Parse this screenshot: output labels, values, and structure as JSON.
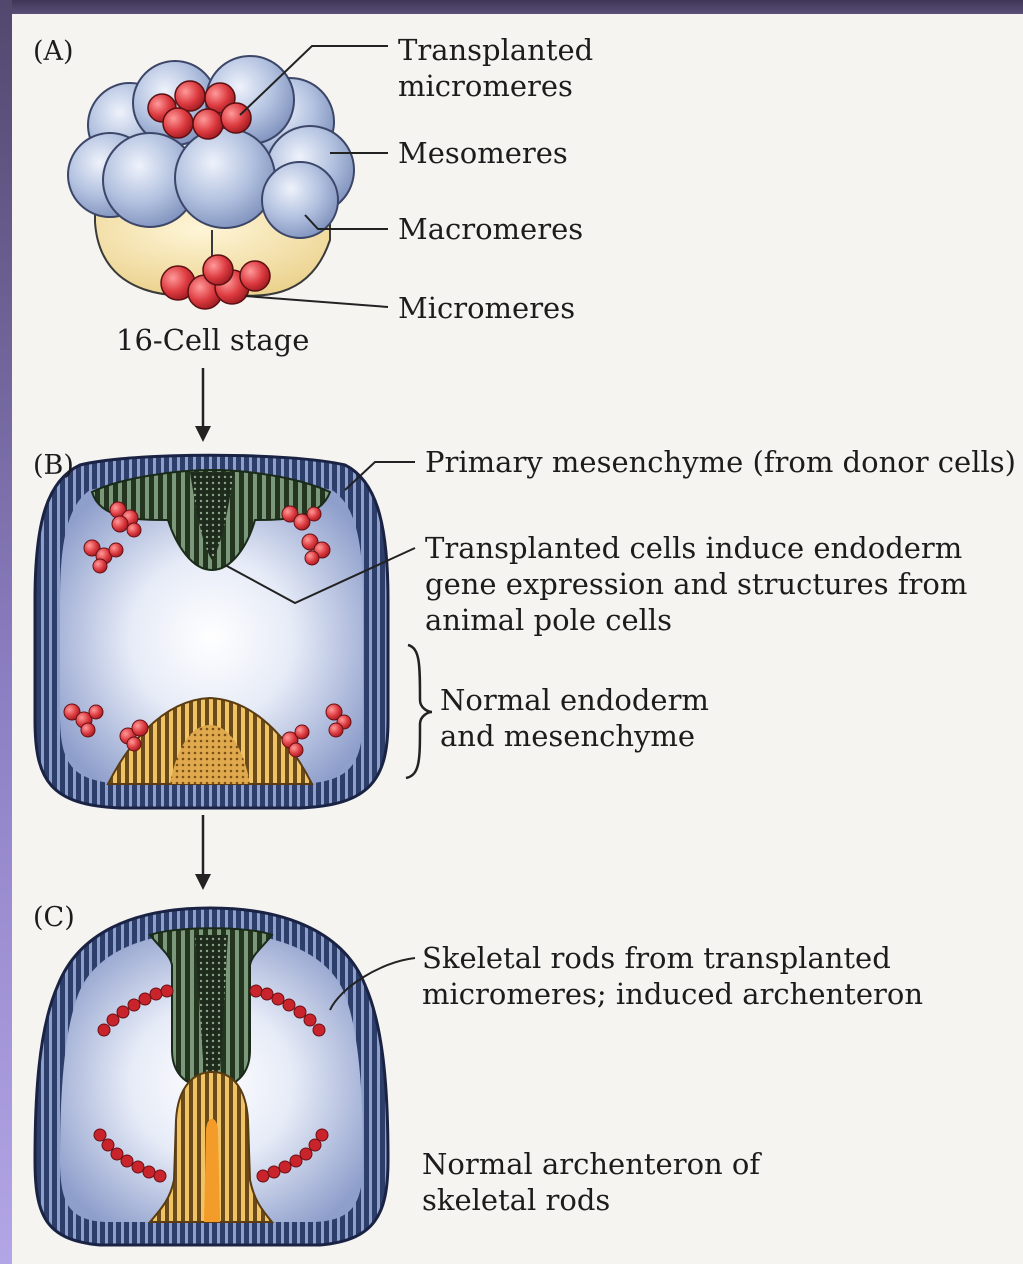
{
  "panels": {
    "a": {
      "letter": "(A)",
      "stage": "16-Cell stage",
      "labels": {
        "transplanted_micromeres": "Transplanted\nmicromeres",
        "mesomeres": "Mesomeres",
        "macromeres": "Macromeres",
        "micromeres": "Micromeres"
      }
    },
    "b": {
      "letter": "(B)",
      "labels": {
        "primary_mesenchyme": "Primary mesenchyme (from donor cells)",
        "transplanted_induce": "Transplanted cells induce endoderm\ngene expression and structures from\nanimal pole cells",
        "normal_endoderm": "Normal endoderm\nand mesenchyme"
      }
    },
    "c": {
      "letter": "(C)",
      "labels": {
        "skeletal_rods": "Skeletal rods from transplanted\nmicromeres; induced archenteron",
        "normal_archenteron": "Normal archenteron of\nskeletal rods"
      }
    }
  },
  "colors": {
    "cell_blue": "#a9b8d9",
    "epithelium": "#2e3f66",
    "induced_tissue": "#4f6b52",
    "endoderm": "#e3a53c",
    "micromere_red": "#d3303a",
    "macromere_yellow": "#f2dca0"
  }
}
